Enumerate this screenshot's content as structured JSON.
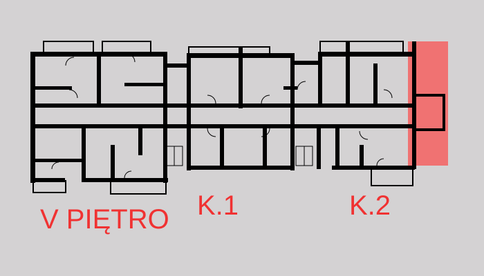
{
  "floor_label": "V PIĘTRO",
  "staircases": [
    {
      "label": "K.1"
    },
    {
      "label": "K.2"
    }
  ],
  "colors": {
    "background": "#d4d2d3",
    "label": "#f03232",
    "highlighted_unit": "#f07272",
    "walls": "#000000"
  }
}
